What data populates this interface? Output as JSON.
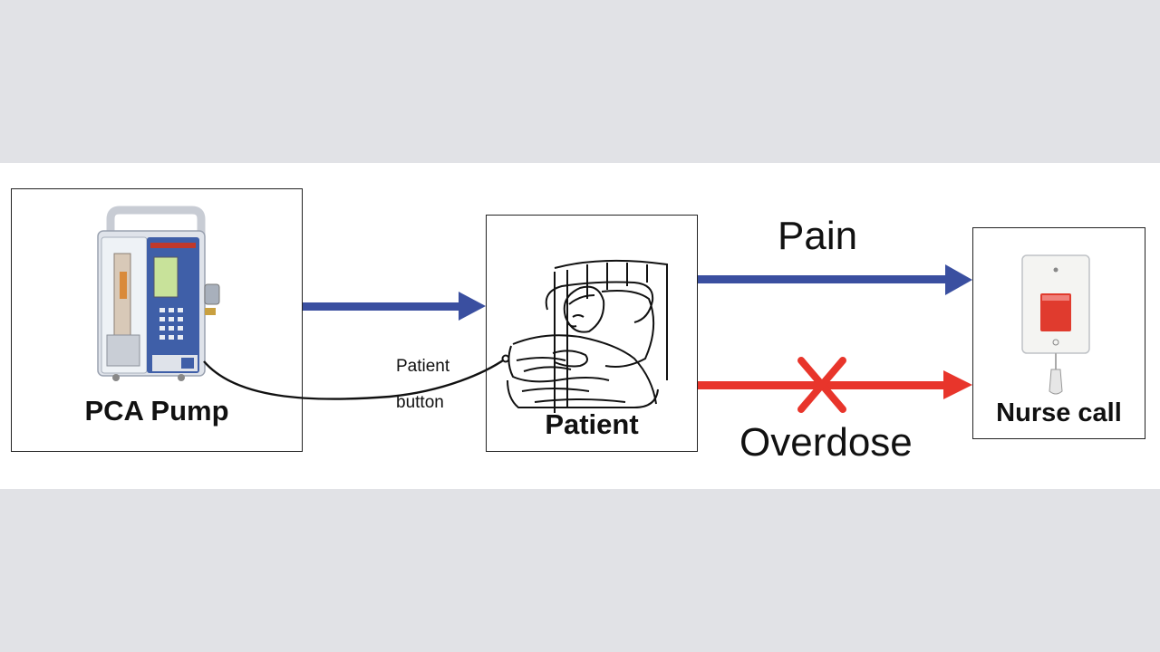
{
  "labels": {
    "pca_pump": "PCA Pump",
    "patient": "Patient",
    "nurse_call": "Nurse call",
    "pain": "Pain",
    "overdose": "Overdose",
    "patient_button_line1": "Patient",
    "patient_button_line2": "button"
  },
  "colors": {
    "blue_arrow": "#3a4fa0",
    "red_arrow": "#e8352b",
    "band": "#ffffff",
    "background": "#e1e2e6"
  },
  "icons": [
    "pca-pump-device",
    "patient-in-bed",
    "nurse-call-device",
    "cross-mark"
  ]
}
